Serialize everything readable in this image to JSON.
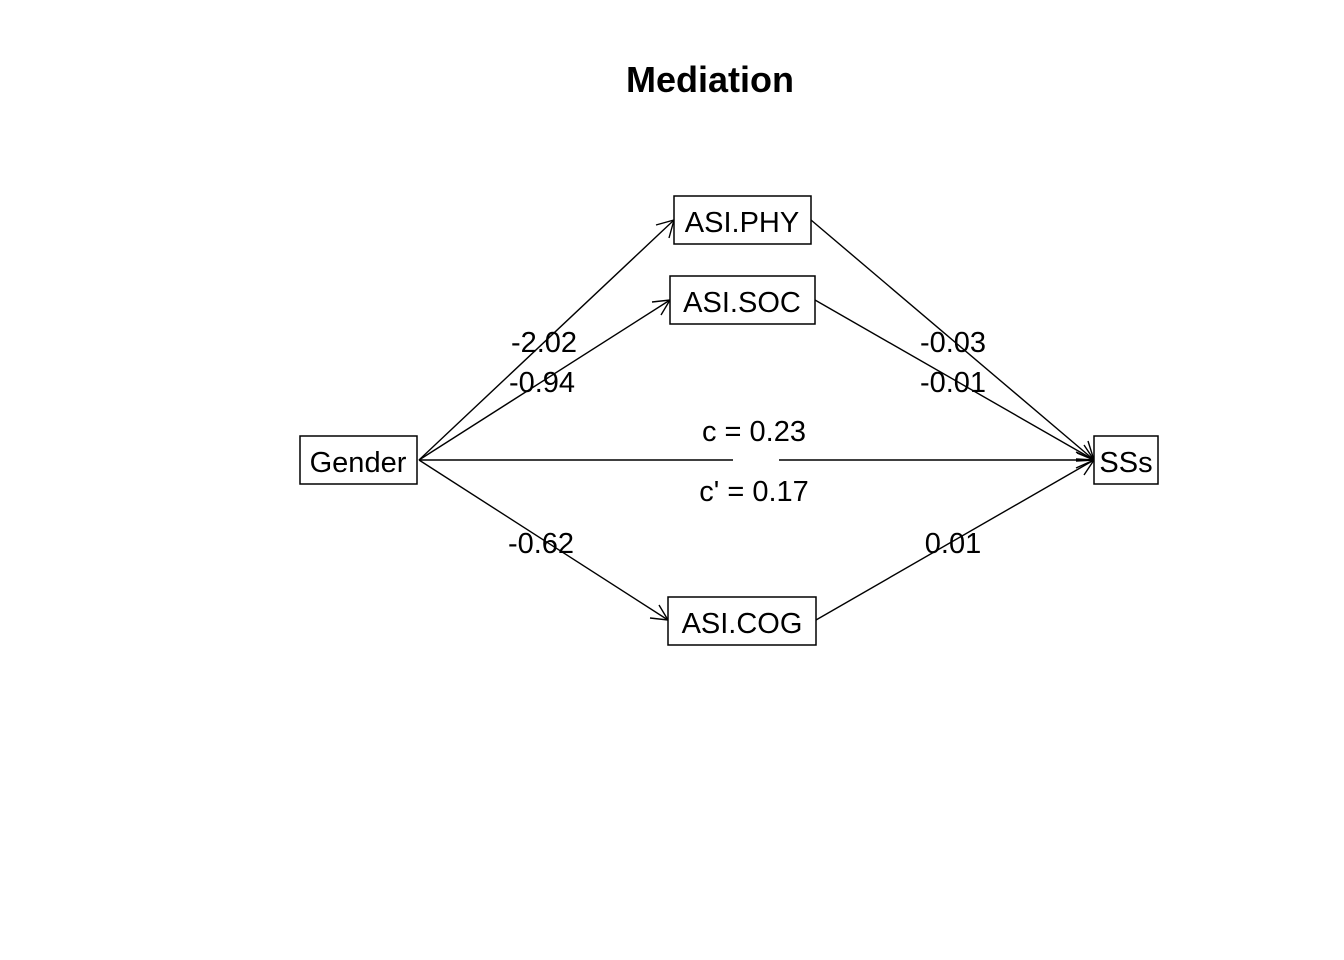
{
  "title": "Mediation",
  "nodes": {
    "gender": "Gender",
    "asi_phy": "ASI.PHY",
    "asi_soc": "ASI.SOC",
    "asi_cog": "ASI.COG",
    "sss": "SSs"
  },
  "paths": {
    "a_phy": "-2.02",
    "a_soc": "-0.94",
    "a_cog": "-0.62",
    "b_phy": "-0.03",
    "b_soc": "-0.01",
    "b_cog": "0.01",
    "c_total": "c =  0.23",
    "c_direct": "c' =  0.17"
  }
}
